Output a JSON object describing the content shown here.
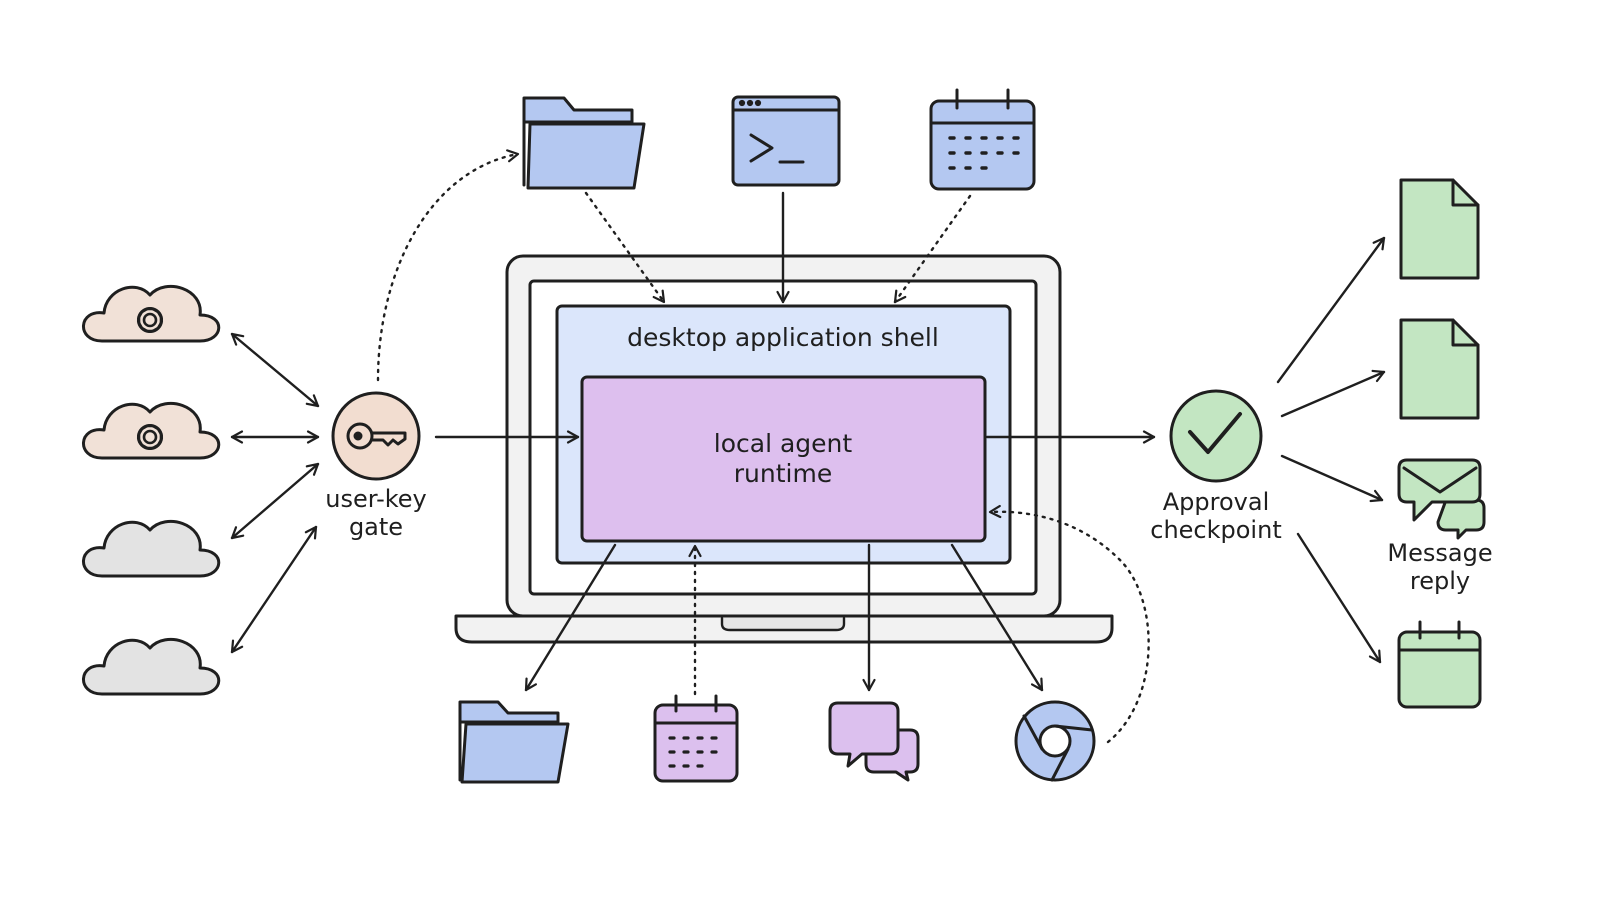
{
  "colors": {
    "stroke": "#1f1f1f",
    "cloud_ai": "#f1e1d7",
    "cloud_plain": "#e3e3e3",
    "key_gate": "#f2ddd0",
    "shell": "#dbe6fb",
    "runtime": "#ddbfee",
    "input_icon": "#b4c8f1",
    "output_icon": "#c3e6c2",
    "local_purple": "#dcc0ee",
    "laptop": "#f2f2f2"
  },
  "diagram": {
    "shell_label": "desktop application shell",
    "runtime_label_line1": "local agent",
    "runtime_label_line2": "runtime",
    "gate_label_line1": "user-key",
    "gate_label_line2": "gate",
    "approval_label_line1": "Approval",
    "approval_label_line2": "checkpoint",
    "message_label_line1": "Message",
    "message_label_line2": "reply"
  },
  "icons": {
    "left": [
      "ai-cloud-icon",
      "ai-cloud-icon",
      "cloud-icon",
      "cloud-icon"
    ],
    "gate": "key-icon",
    "top": [
      "folder-icon",
      "terminal-icon",
      "calendar-icon"
    ],
    "bottom": [
      "folder-icon",
      "calendar-icon",
      "chat-icon",
      "chrome-icon"
    ],
    "approval": "checkmark-icon",
    "right": [
      "document-icon",
      "document-icon",
      "message-icon",
      "calendar-icon"
    ]
  }
}
